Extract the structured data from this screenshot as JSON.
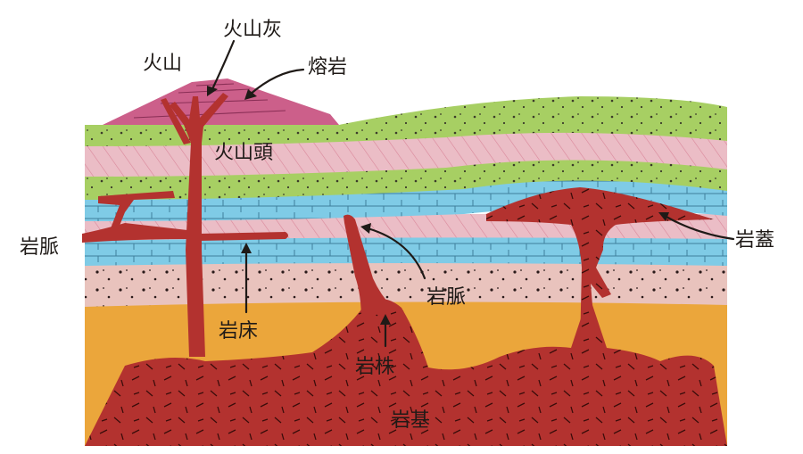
{
  "labels": {
    "volcano": "火山",
    "volcanic_ash": "火山灰",
    "lava": "熔岩",
    "volcanic_neck": "火山頭",
    "dike_left": "岩脈",
    "dike_center": "岩脈",
    "sill": "岩床",
    "stock": "岩株",
    "laccolith": "岩蓋",
    "batholith": "岩基"
  },
  "colors": {
    "magma": "#b3322f",
    "magma_dark": "#7a1e1b",
    "green_layer": "#a7cf63",
    "pink_layer": "#ebbdc6",
    "blue_layer": "#7fcbe6",
    "pink_dotted_layer": "#e9c3bd",
    "orange_layer": "#eba63b",
    "volcano_cone": "#cc5f8a"
  }
}
